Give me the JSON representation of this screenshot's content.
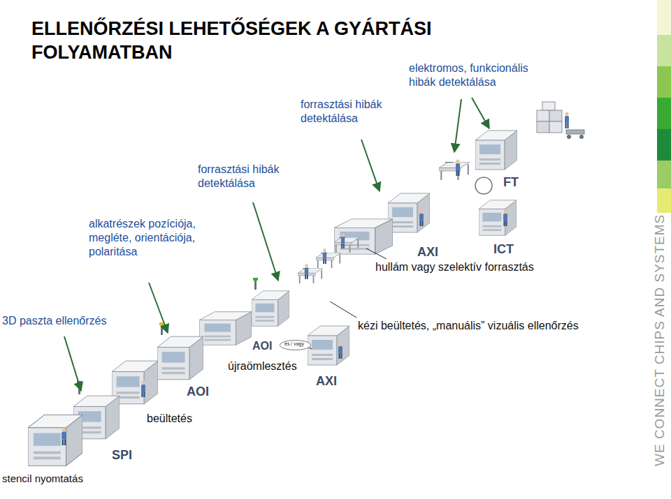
{
  "diagram": {
    "title": "ELLENŐRZÉSI LEHETŐSÉGEK A GYÁRTÁSI FOLYAMATBAN",
    "nodes": [
      {
        "text": [
          "és / vagy"
        ]
      }
    ],
    "labels": [
      "elektromos, funkcionális hibák detektálása",
      "forrasztási hibák detektálása",
      "forrasztási hibák detektálása",
      "alkatrészek pozíciója, megléte, orientációja, polaritása",
      "3D paszta ellenőrzés",
      "stencil nyomtatás",
      "beültetés",
      "SPI",
      "AOI",
      "újraömlesztés",
      "AOI",
      "AXI",
      "hullám vagy szelektív forrasztás",
      "kézi beültetés, „manuális” vizuális ellenőrzés",
      "AXI",
      "ICT",
      "FT",
      "WE CONNECT CHIPS AND SYSTEMS"
    ]
  }
}
